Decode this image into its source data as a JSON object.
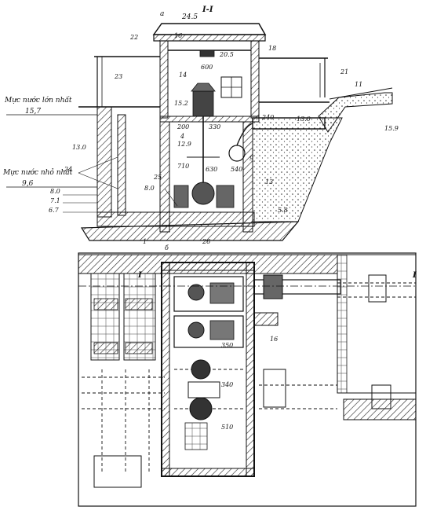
{
  "section": {
    "title": "I-I",
    "top_mark_letter": "a",
    "roof_elevation": "24.5",
    "elevation_20_5": "20.5",
    "dim_600": "600",
    "elevation_15_2": "15.2",
    "dim_200": "200",
    "dim_330": "330",
    "dim_240": "240",
    "elevation_12_9": "12.9",
    "dim_710": "710",
    "dim_630": "630",
    "dim_540": "540",
    "elevation_8_0": "8.0",
    "dim_25": "25",
    "elevation_13_0_right": "13.0",
    "elevation_15_9": "15.9",
    "elevation_5_8": "5.8",
    "elevation_13_0_left": "13.0",
    "level_8_0": "8.0",
    "level_7_1": "7.1",
    "level_6_7": "6.7",
    "water_high_label": "Mực nước lớn nhất",
    "water_high_value": "15,7",
    "water_low_label": "Mực nước nhỏ nhất",
    "water_low_value": "9,6",
    "callouts": [
      "16",
      "18",
      "22",
      "23",
      "14",
      "21",
      "11",
      "4",
      "9",
      "13",
      "24",
      "26",
      "1",
      "б"
    ]
  },
  "plan": {
    "section_mark_left": "I",
    "section_mark_right": "I",
    "callout_16": "16",
    "dim_350": "350",
    "dim_340": "340",
    "dim_510": "510"
  }
}
